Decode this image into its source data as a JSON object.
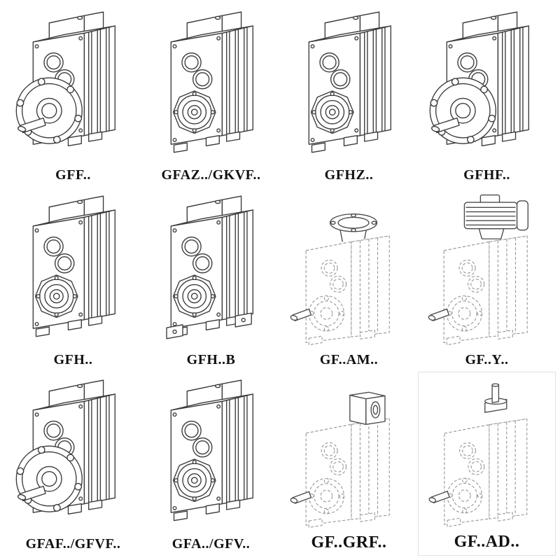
{
  "page": {
    "background": "#ffffff",
    "line_color": "#3a3a3a",
    "phantom_line_color": "#9a9a9a",
    "label_color": "#111111"
  },
  "items": [
    {
      "label": "GFF..",
      "drawing": "gearbox-flange-output-drawing",
      "line_style": "solid"
    },
    {
      "label": "GFAZ../GKVF..",
      "drawing": "gearbox-hollow-shaft-drawing",
      "line_style": "solid"
    },
    {
      "label": "GFHZ..",
      "drawing": "gearbox-hollow-shaft-drawing",
      "line_style": "solid"
    },
    {
      "label": "GFHF..",
      "drawing": "gearbox-flange-output-drawing",
      "line_style": "solid"
    },
    {
      "label": "GFH..",
      "drawing": "gearbox-hollow-shaft-drawing",
      "line_style": "solid"
    },
    {
      "label": "GFH..B",
      "drawing": "gearbox-foot-mounted-drawing",
      "line_style": "solid"
    },
    {
      "label": "GF..AM..",
      "drawing": "gearbox-phantom-input-flange-drawing",
      "line_style": "phantom"
    },
    {
      "label": "GF..Y..",
      "drawing": "gearbox-phantom-motor-drawing",
      "line_style": "phantom"
    },
    {
      "label": "GFAF../GFVF..",
      "drawing": "gearbox-flange-output-drawing",
      "line_style": "solid"
    },
    {
      "label": "GFA../GFV..",
      "drawing": "gearbox-hollow-shaft-drawing",
      "line_style": "solid"
    },
    {
      "label": "GF..GRF..",
      "drawing": "gearbox-phantom-adapter-drawing",
      "line_style": "phantom"
    },
    {
      "label": "GF..AD..",
      "drawing": "gearbox-phantom-input-shaft-drawing",
      "line_style": "phantom"
    }
  ]
}
